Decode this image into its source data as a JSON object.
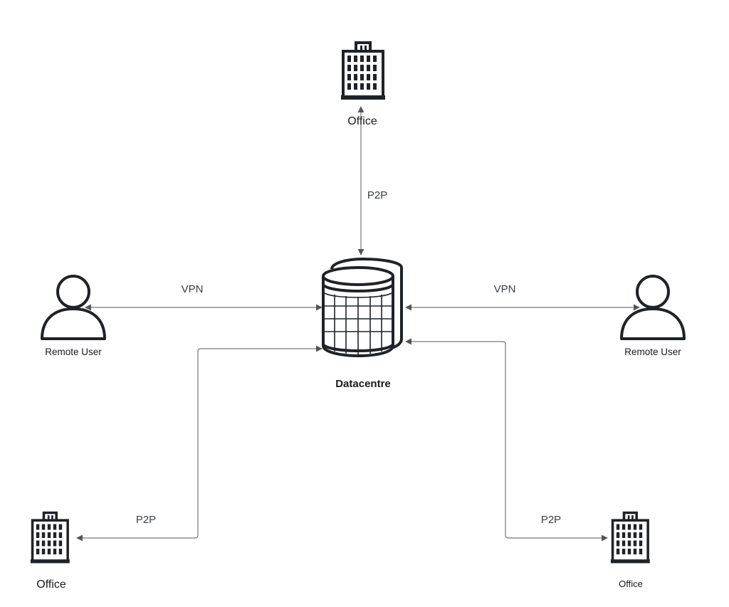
{
  "diagram": {
    "nodes": {
      "office_top": {
        "label": "Office"
      },
      "datacentre": {
        "label": "Datacentre"
      },
      "remote_user_left": {
        "label": "Remote User"
      },
      "remote_user_right": {
        "label": "Remote User"
      },
      "office_bottom_left": {
        "label": "Office"
      },
      "office_bottom_right": {
        "label": "Office"
      }
    },
    "edges": {
      "top": {
        "label": "P2P"
      },
      "left_user": {
        "label": "VPN"
      },
      "right_user": {
        "label": "VPN"
      },
      "bottom_left": {
        "label": "P2P"
      },
      "bottom_right": {
        "label": "P2P"
      }
    }
  },
  "colors": {
    "icon": "#1f2328",
    "edge": "#777777"
  },
  "icons": {
    "office": "office-building-icon",
    "datacentre": "database-server-icon",
    "user": "user-icon"
  }
}
